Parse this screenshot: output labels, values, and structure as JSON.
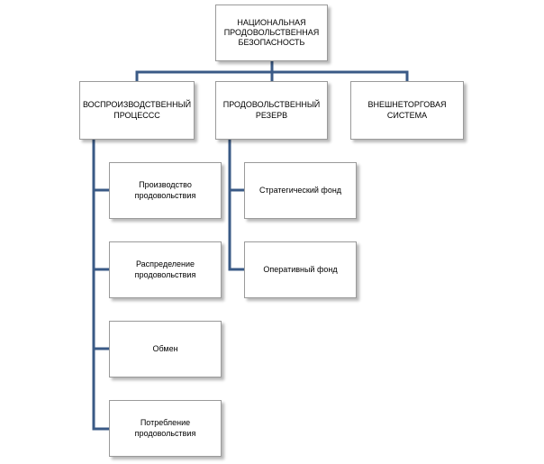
{
  "colors": {
    "connector": "#3a5a86",
    "box_border": "#9a9a9a",
    "box_fill": "#ffffff"
  },
  "nodes": {
    "root": "НАЦИОНАЛЬНАЯ ПРОДОВОЛЬСТВЕННАЯ БЕЗОПАСНОСТЬ",
    "reproduction": "ВОСПРОИЗВОДСТВЕННЫЙ ПРОЦЕССС",
    "reserve": "ПРОДОВОЛЬСТВЕННЫЙ РЕЗЕРВ",
    "foreign_trade": "ВНЕШНЕТОРГОВАЯ СИСТЕМА",
    "production": "Производство продовольствия",
    "distribution": "Распределение продовольствия",
    "exchange": "Обмен",
    "consumption": "Потребление продовольствия",
    "strategic_fund": "Стратегический фонд",
    "operational_fund": "Оперативный фонд"
  }
}
